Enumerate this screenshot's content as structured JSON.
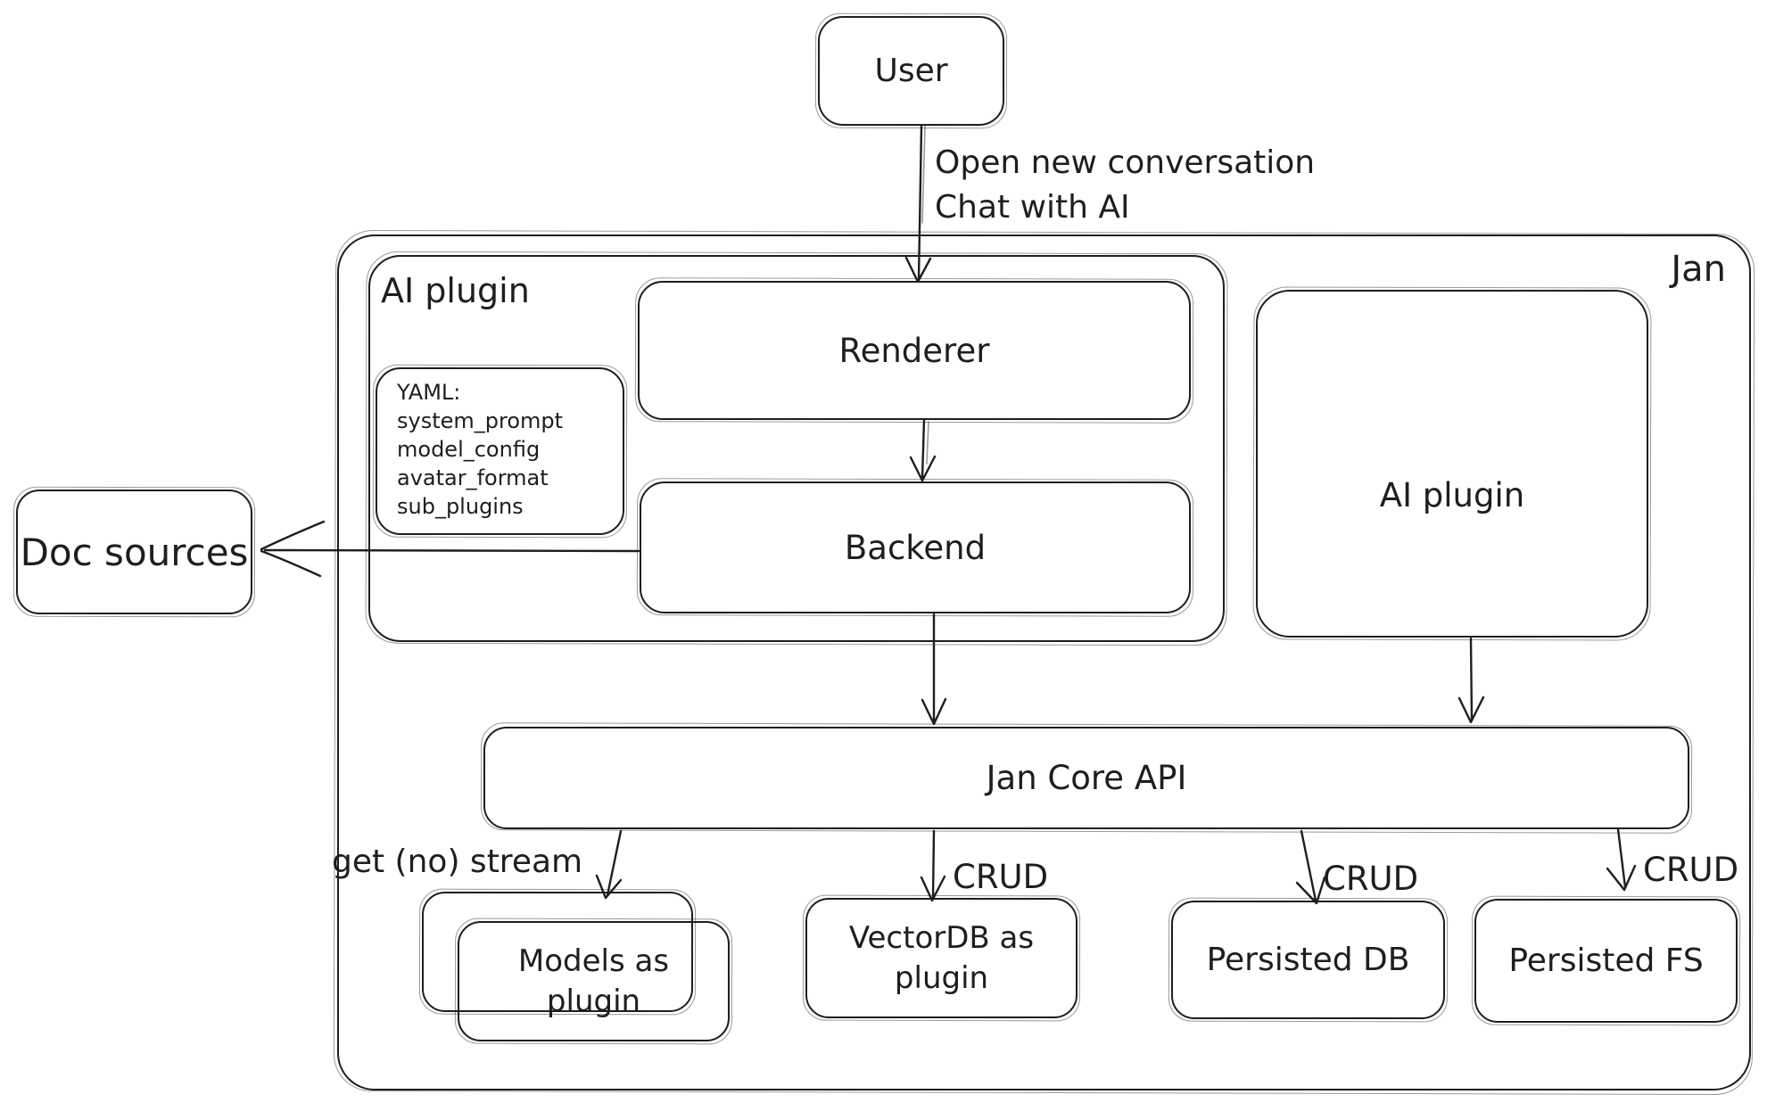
{
  "canvas": {
    "background": "#ffffff",
    "stroke": "#1e1e1e"
  },
  "nodes": {
    "user": {
      "label": "User"
    },
    "jan": {
      "label": "Jan"
    },
    "ai_plugin_group": {
      "label": "AI plugin"
    },
    "renderer": {
      "label": "Renderer"
    },
    "yaml_note": {
      "lines": [
        "YAML:",
        "system_prompt",
        "model_config",
        "avatar_format",
        "sub_plugins"
      ]
    },
    "backend": {
      "label": "Backend"
    },
    "ai_plugin_box": {
      "label": "AI plugin"
    },
    "doc_sources": {
      "label": "Doc sources"
    },
    "jan_core_api": {
      "label": "Jan Core API"
    },
    "models_as_plugin": {
      "label": "Models as\nplugin"
    },
    "vectordb_as_plugin": {
      "label": "VectorDB as\nplugin"
    },
    "persisted_db": {
      "label": "Persisted DB"
    },
    "persisted_fs": {
      "label": "Persisted FS"
    }
  },
  "edges": {
    "user_to_renderer_label": "Open new conversation\nChat with AI",
    "jan_core_to_models_label": "get (no) stream",
    "jan_core_to_vectordb_label": "CRUD",
    "jan_core_to_persisted_db_label": "CRUD",
    "jan_core_to_persisted_fs_label": "CRUD"
  }
}
